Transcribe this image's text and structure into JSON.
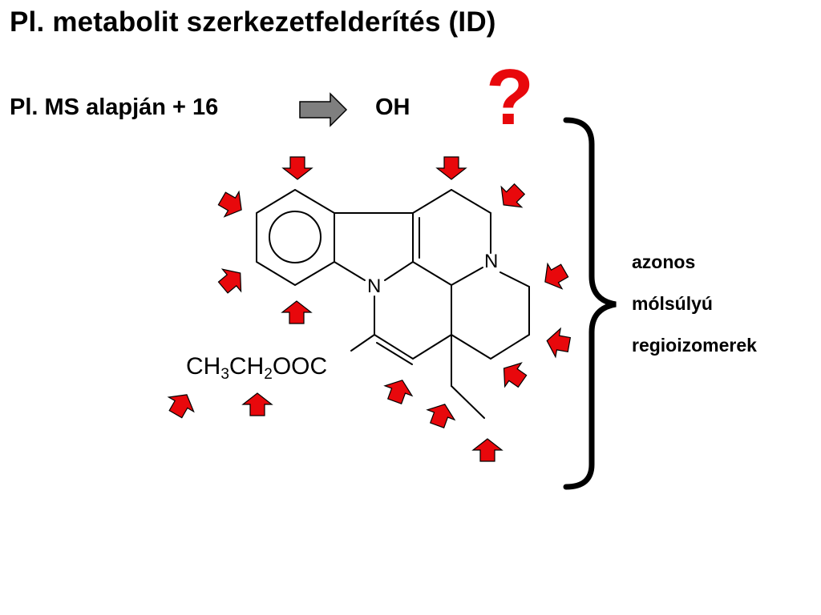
{
  "slide": {
    "title": "Pl. metabolit szerkezetfelderítés (ID)",
    "subtitle": "Pl. MS alapján + 16",
    "substituent": "OH",
    "question_mark": "?",
    "isomer_label": [
      "azonos",
      "mólsúlyú",
      "regioizomerek"
    ]
  },
  "molecule": {
    "ester_parts": [
      "CH",
      "3",
      "CH",
      "2",
      "OOC"
    ],
    "nitrogen_indole": "N",
    "nitrogen_amine": "N"
  },
  "colors": {
    "arrow_red": "#e8080c",
    "question_mark": "#e8080c",
    "grey_arrow": "#7f7f7f",
    "text": "#000000"
  },
  "icons": {
    "implication_arrow": "grey-right-arrow-icon",
    "position_marker": "red-arrow-icon",
    "grouping": "curly-brace-icon"
  }
}
